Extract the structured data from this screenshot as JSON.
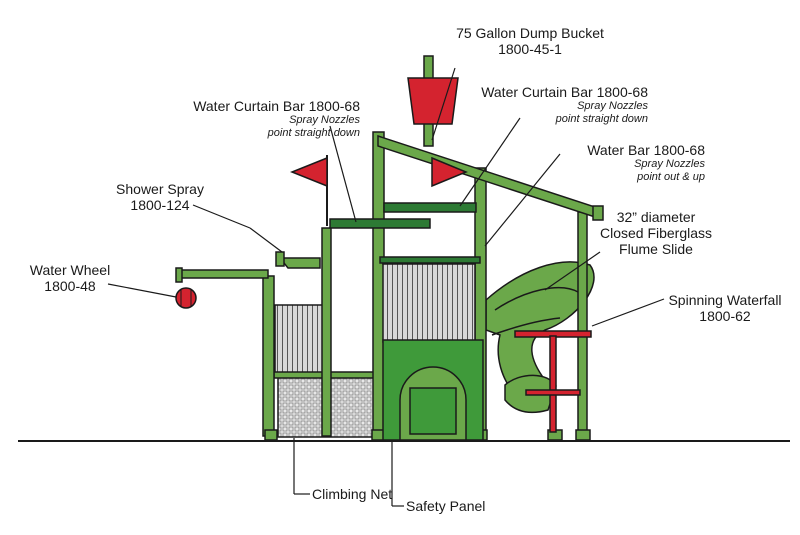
{
  "colors": {
    "green": "#6ba84a",
    "dark_green": "#3c7a2c",
    "red": "#d4232f",
    "outline": "#1a1a1a"
  },
  "labels": {
    "dump_bucket": {
      "name": "75 Gallon Dump Bucket",
      "code": "1800-45-1"
    },
    "curtain_left": {
      "name": "Water Curtain Bar 1800-68",
      "note1": "Spray Nozzles",
      "note2": "point straight down"
    },
    "curtain_right": {
      "name": "Water Curtain Bar 1800-68",
      "note1": "Spray Nozzles",
      "note2": "point straight down"
    },
    "water_bar": {
      "name": "Water Bar 1800-68",
      "note1": "Spray Nozzles",
      "note2": "point out & up"
    },
    "shower": {
      "name": "Shower Spray",
      "code": "1800-124"
    },
    "slide": {
      "line1": "32” diameter",
      "line2": "Closed Fiberglass",
      "line3": "Flume Slide"
    },
    "wheel": {
      "name": "Water Wheel",
      "code": "1800-48"
    },
    "waterfall": {
      "name": "Spinning Waterfall",
      "code": "1800-62"
    },
    "net": {
      "name": "Climbing Net"
    },
    "panel": {
      "name": "Safety Panel"
    }
  }
}
